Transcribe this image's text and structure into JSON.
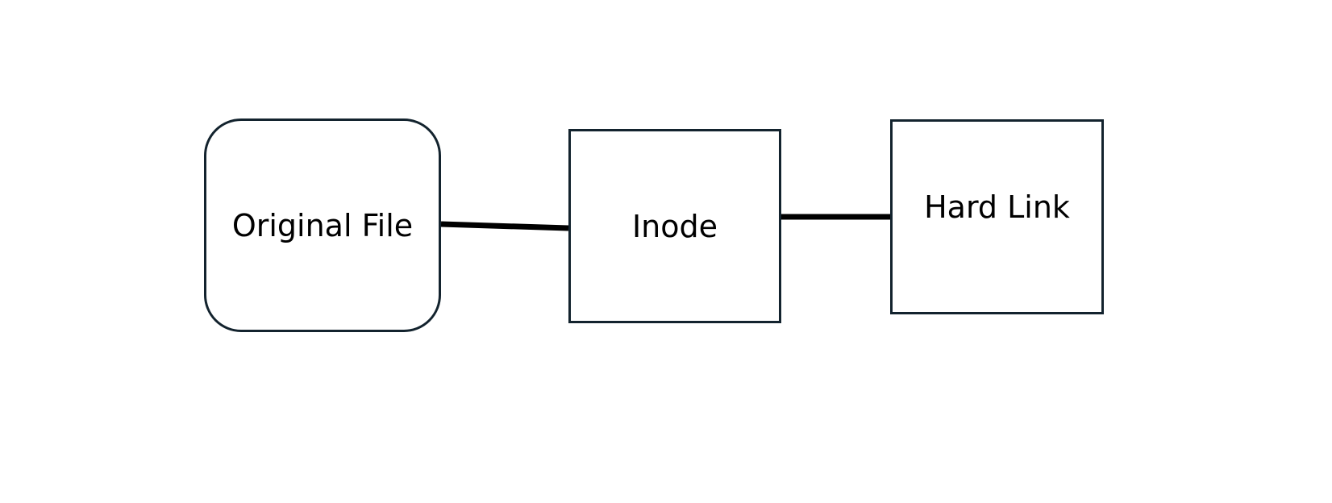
{
  "diagram": {
    "nodes": [
      {
        "id": "original",
        "label": "Original File",
        "shape": "rounded-rectangle"
      },
      {
        "id": "inode",
        "label": "Inode",
        "shape": "rectangle"
      },
      {
        "id": "hardlink",
        "label": "Hard Link",
        "shape": "rectangle"
      }
    ],
    "edges": [
      {
        "from": "original",
        "to": "inode"
      },
      {
        "from": "inode",
        "to": "hardlink"
      }
    ]
  },
  "colors": {
    "background": "#ffffff",
    "node_border": "#13232e",
    "edge": "#000000",
    "text": "#000000"
  }
}
